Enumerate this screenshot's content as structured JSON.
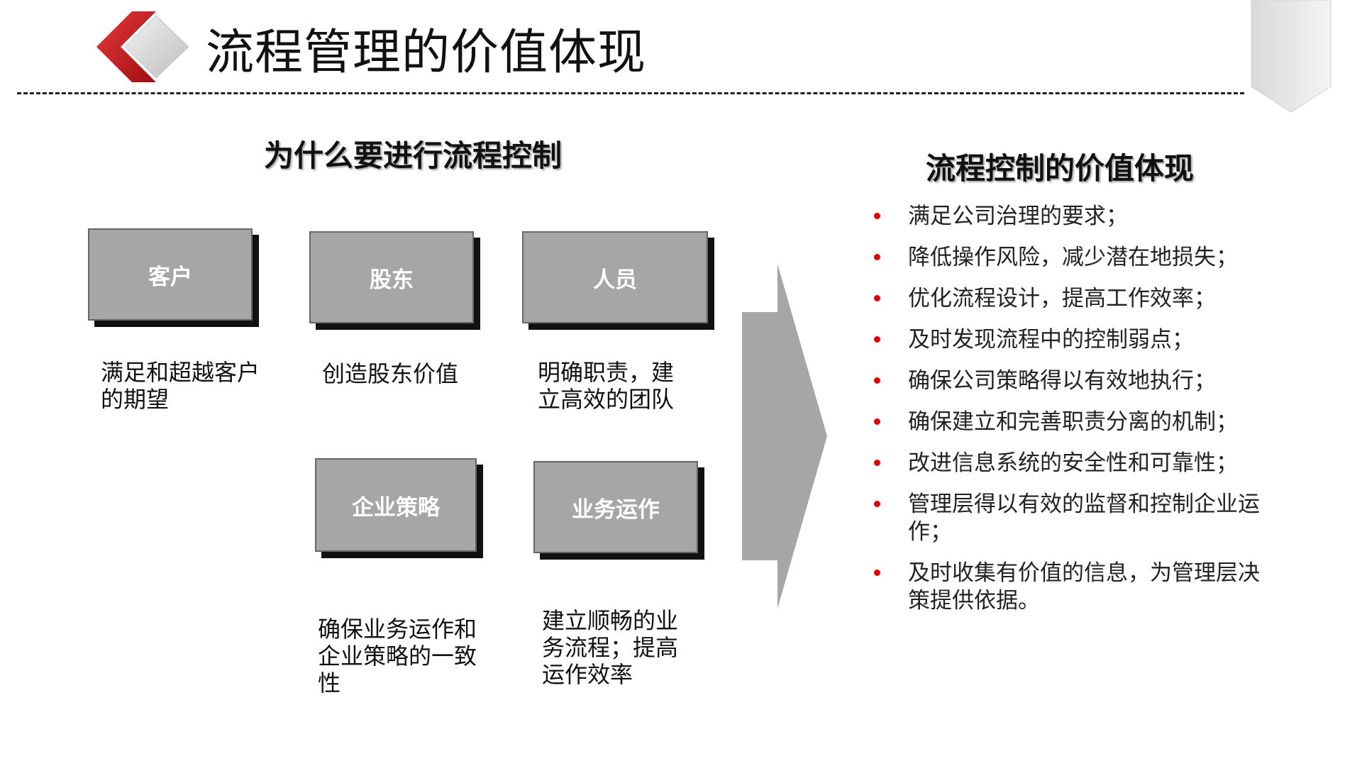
{
  "page": {
    "title": "流程管理的价值体现"
  },
  "colors": {
    "accent_red": "#c8102e",
    "box_grey": "#a6a6a6",
    "arrow_grey": "#a6a6a6",
    "bullet_red": "#e00000"
  },
  "left_section": {
    "heading": "为什么要进行流程控制",
    "boxes": [
      {
        "label": "客户",
        "description": "满足和超越客户的期望"
      },
      {
        "label": "股东",
        "description": "创造股东价值"
      },
      {
        "label": "人员",
        "description": "明确职责，建立高效的团队"
      },
      {
        "label": "企业策略",
        "description": "确保业务运作和企业策略的一致性"
      },
      {
        "label": "业务运作",
        "description": "建立顺畅的业务流程；提高运作效率"
      }
    ]
  },
  "right_section": {
    "heading": "流程控制的价值体现",
    "items": [
      "满足公司治理的要求；",
      "降低操作风险，减少潜在地损失；",
      "优化流程设计，提高工作效率；",
      "及时发现流程中的控制弱点；",
      "确保公司策略得以有效地执行；",
      "确保建立和完善职责分离的机制；",
      "改进信息系统的安全性和可靠性；",
      "管理层得以有效的监督和控制企业运作；",
      "及时收集有价值的信息，为管理层决策提供依据。"
    ]
  },
  "icons": {
    "logo": "red-diamond-logo-icon",
    "arrow": "right-chevron-arrow-icon",
    "corner": "corner-bookmark-icon"
  }
}
